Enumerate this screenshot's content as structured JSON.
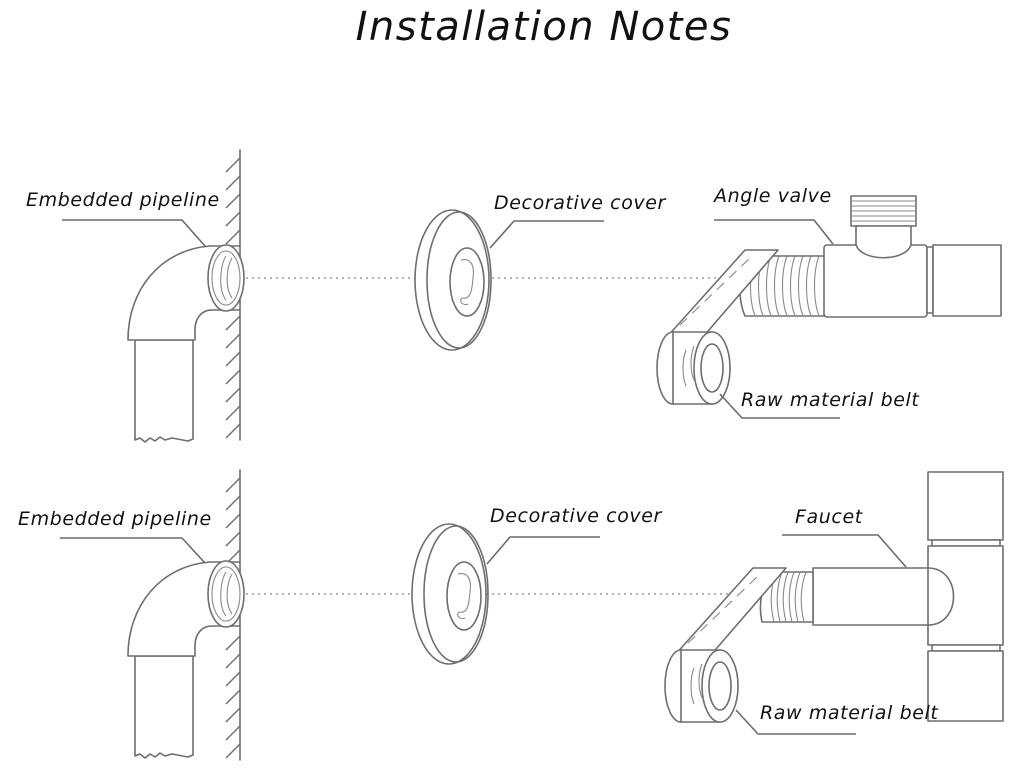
{
  "title": "Installation Notes",
  "rows": [
    {
      "name": "angle-valve-installation",
      "labels": {
        "pipeline": "Embedded pipeline",
        "cover": "Decorative cover",
        "fixture": "Angle valve",
        "tape": "Raw material belt"
      }
    },
    {
      "name": "faucet-installation",
      "labels": {
        "pipeline": "Embedded pipeline",
        "cover": "Decorative cover",
        "fixture": "Faucet",
        "tape": "Raw material belt"
      }
    }
  ],
  "colors": {
    "line": "#6e6e6e",
    "text": "#111111",
    "background": "#ffffff"
  }
}
